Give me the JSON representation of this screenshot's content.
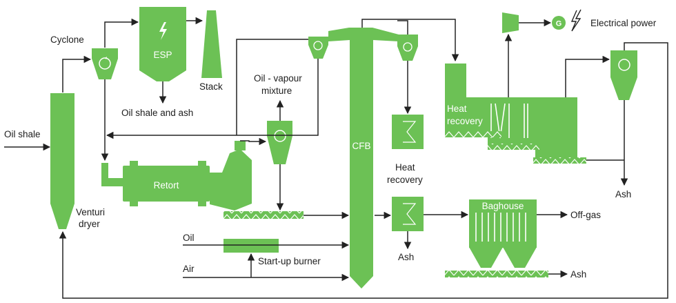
{
  "labels": {
    "oil_shale_in": "Oil shale",
    "cyclone": "Cyclone",
    "esp": "ESP",
    "stack": "Stack",
    "oil_shale_and_ash": "Oil shale and ash",
    "oil_vapour_line1": "Oil - vapour",
    "oil_vapour_line2": "mixture",
    "retort": "Retort",
    "venturi_line1": "Venturi",
    "venturi_line2": "dryer",
    "cfb": "CFB",
    "heat_recovery_center_line1": "Heat",
    "heat_recovery_center_line2": "recovery",
    "heat_recovery_right_line1": "Heat",
    "heat_recovery_right_line2": "recovery",
    "electrical_power": "Electrical power",
    "generator": "G",
    "ash_right": "Ash",
    "baghouse": "Baghouse",
    "off_gas": "Off-gas",
    "ash_bottom_right": "Ash",
    "ash_bottom_center": "Ash",
    "oil": "Oil",
    "air": "Air",
    "startup_burner": "Start-up burner"
  },
  "colors": {
    "equipment": "#6cc155",
    "flow_line": "#222222",
    "text": "#1d1d1d",
    "inner_text": "#ffffff"
  },
  "icons": {
    "esp_symbol": "lightning-bolt-icon",
    "power_symbol": "lightning-bolt-icon",
    "cyclone_symbol": "swirl-icon"
  }
}
